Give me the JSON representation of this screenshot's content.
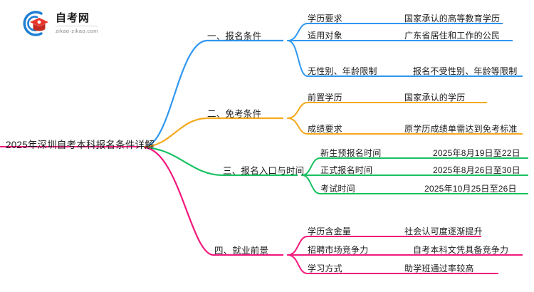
{
  "logo": {
    "name": "自考网",
    "domain": "zikao-zikao.com",
    "mark_icon": "graduation-cap-icon",
    "colors": {
      "ring": "#1e7fd4",
      "cap": "#e8362c",
      "cap_dark": "#c42a22"
    }
  },
  "mindmap": {
    "root": {
      "label": "2025年深圳自考本科报名条件详解"
    },
    "branches": [
      {
        "label": "一、报名条件",
        "color": "#2f97f0",
        "items": [
          {
            "label": "学历要求",
            "value": "国家承认的高等教育学历"
          },
          {
            "label": "适用对象",
            "value": "广东省居住和工作的公民"
          },
          {
            "label": "无性别、年龄限制",
            "value": "报名不受性别、年龄等限制"
          }
        ]
      },
      {
        "label": "二、免考条件",
        "color": "#f5a81c",
        "items": [
          {
            "label": "前置学历",
            "value": "国家承认的学历"
          },
          {
            "label": "成绩要求",
            "value": "原学历成绩单需达到免考标准"
          }
        ]
      },
      {
        "label": "三、报名入口与时间",
        "color": "#18c162",
        "items": [
          {
            "label": "新生预报名时间",
            "value": "2025年8月19日至22日"
          },
          {
            "label": "正式报名时间",
            "value": "2025年8月26日至30日"
          },
          {
            "label": "考试时间",
            "value": "2025年10月25日至26日"
          }
        ]
      },
      {
        "label": "四、就业前景",
        "color": "#f2197d",
        "items": [
          {
            "label": "学历含金量",
            "value": "社会认可度逐渐提升"
          },
          {
            "label": "招聘市场竞争力",
            "value": "自考本科文凭具备竞争力"
          },
          {
            "label": "学习方式",
            "value": "助学班通过率较高"
          }
        ]
      }
    ]
  }
}
